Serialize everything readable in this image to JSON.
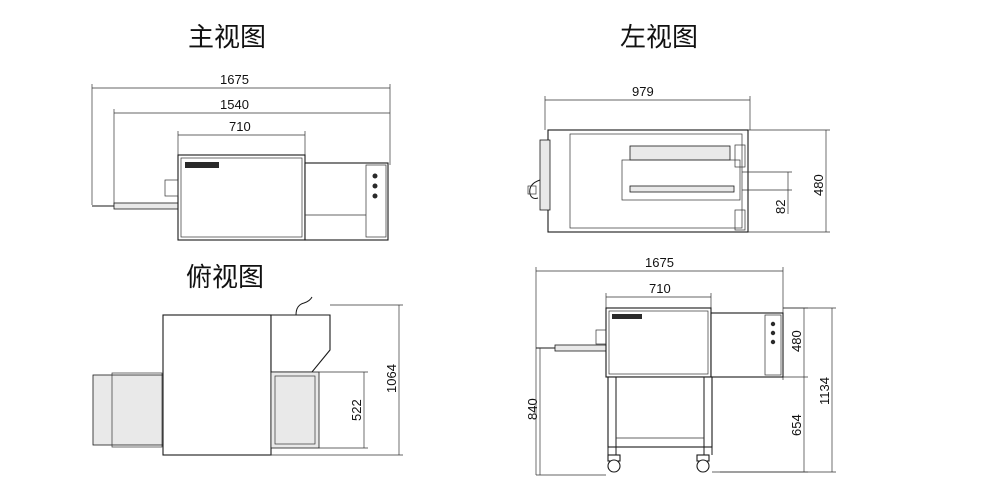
{
  "views": {
    "front": {
      "title": "主视图",
      "dims": {
        "overall": "1675",
        "belt": "1540",
        "oven": "710"
      }
    },
    "left": {
      "title": "左视图",
      "dims": {
        "depth": "979",
        "height": "480",
        "opening": "82"
      }
    },
    "top": {
      "title": "俯视图",
      "dims": {
        "depth": "1064",
        "inner": "522"
      }
    },
    "stand": {
      "dims": {
        "overall": "1675",
        "oven": "710",
        "oven_height": "480",
        "leg": "654",
        "total": "1134",
        "belt_height": "840"
      }
    }
  }
}
